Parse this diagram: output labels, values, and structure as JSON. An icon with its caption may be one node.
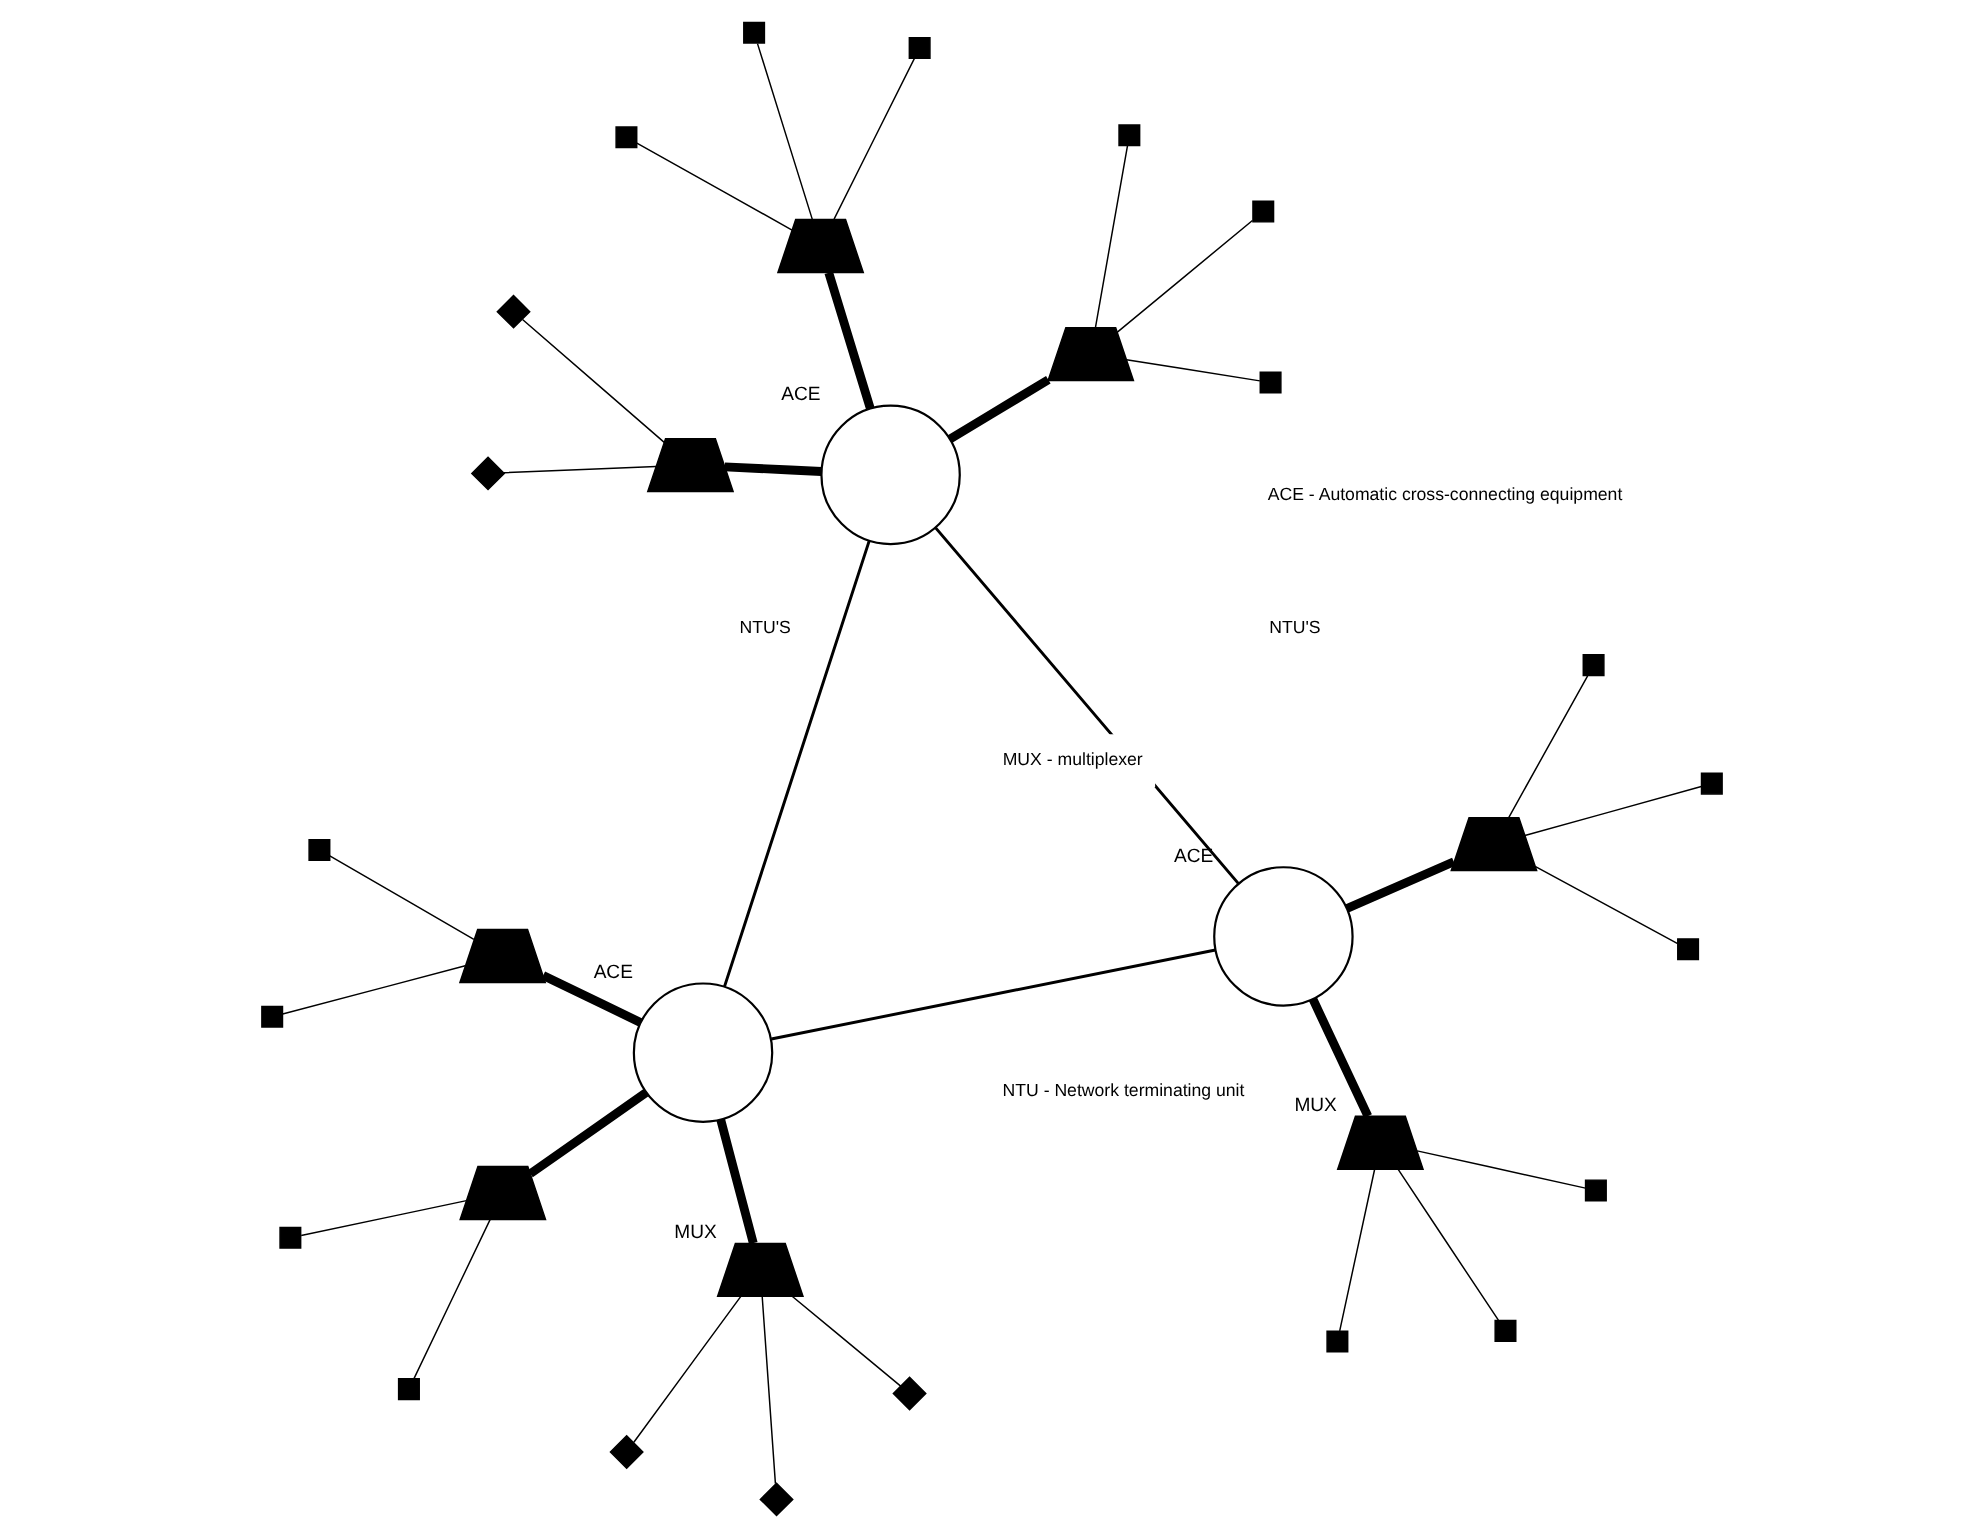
{
  "diagram": {
    "nodes": [
      {
        "text": [],
        "shape": "circle",
        "beside": [
          "ACE"
        ]
      },
      {
        "text": [],
        "shape": "circle",
        "beside": [
          "ACE"
        ]
      },
      {
        "text": [],
        "shape": "circle",
        "beside": [
          "ACE"
        ]
      },
      {
        "text": [],
        "shape": "trapezoid"
      },
      {
        "text": [],
        "shape": "box"
      },
      {
        "text": [],
        "shape": "box"
      },
      {
        "text": [],
        "shape": "trapezoid"
      },
      {
        "text": [],
        "shape": "box"
      },
      {
        "text": [],
        "shape": "box"
      },
      {
        "text": [],
        "shape": "trapezoid",
        "beside": [
          "MUX"
        ]
      },
      {
        "text": [],
        "shape": "diamond"
      },
      {
        "text": [],
        "shape": "diamond"
      },
      {
        "text": [],
        "shape": "diamond"
      },
      {
        "text": [],
        "shape": "trapezoid"
      },
      {
        "text": [],
        "shape": "box"
      },
      {
        "text": [],
        "shape": "box"
      },
      {
        "text": [],
        "shape": "box"
      },
      {
        "text": [],
        "shape": "trapezoid"
      },
      {
        "text": [],
        "shape": "diamond"
      },
      {
        "text": [],
        "shape": "diamond"
      },
      {
        "text": [],
        "shape": "trapezoid"
      },
      {
        "text": [],
        "shape": "box"
      },
      {
        "text": [],
        "shape": "box"
      },
      {
        "text": [],
        "shape": "box"
      },
      {
        "text": [],
        "shape": "trapezoid"
      },
      {
        "text": [],
        "shape": "box"
      },
      {
        "text": [],
        "shape": "box"
      },
      {
        "text": [],
        "shape": "box"
      },
      {
        "text": [],
        "shape": "trapezoid",
        "beside": [
          "MUX"
        ]
      },
      {
        "text": [],
        "shape": "box"
      },
      {
        "text": [],
        "shape": "box"
      },
      {
        "text": [],
        "shape": "box"
      }
    ],
    "edges": [
      {
        "from": 0,
        "to": 1,
        "arrow": "none"
      },
      {
        "from": 0,
        "to": 2,
        "arrow": "none"
      },
      {
        "from": 1,
        "to": 2,
        "arrow": "none"
      },
      {
        "from": 3,
        "to": 0,
        "arrow": "none",
        "style": "thick"
      },
      {
        "from": 4,
        "to": 3,
        "arrow": "none"
      },
      {
        "from": 5,
        "to": 3,
        "arrow": "none"
      },
      {
        "from": 6,
        "to": 0,
        "arrow": "none",
        "style": "thick"
      },
      {
        "from": 7,
        "to": 6,
        "arrow": "none"
      },
      {
        "from": 8,
        "to": 6,
        "arrow": "none"
      },
      {
        "from": 9,
        "to": 0,
        "arrow": "none",
        "style": "thick"
      },
      {
        "from": 10,
        "to": 9,
        "arrow": "none"
      },
      {
        "from": 11,
        "to": 9,
        "arrow": "none"
      },
      {
        "from": 12,
        "to": 9,
        "arrow": "none"
      },
      {
        "from": 13,
        "to": 1,
        "arrow": "none",
        "style": "thick"
      },
      {
        "from": 14,
        "to": 13,
        "arrow": "none"
      },
      {
        "from": 15,
        "to": 13,
        "arrow": "none"
      },
      {
        "from": 16,
        "to": 13,
        "arrow": "none"
      },
      {
        "from": 17,
        "to": 1,
        "arrow": "none",
        "style": "thick"
      },
      {
        "from": 18,
        "to": 17,
        "arrow": "none"
      },
      {
        "from": 19,
        "to": 17,
        "arrow": "none"
      },
      {
        "from": 20,
        "to": 1,
        "arrow": "none",
        "style": "thick"
      },
      {
        "from": 21,
        "to": 20,
        "arrow": "none"
      },
      {
        "from": 22,
        "to": 20,
        "arrow": "none"
      },
      {
        "from": 23,
        "to": 20,
        "arrow": "none"
      },
      {
        "from": 24,
        "to": 2,
        "arrow": "none",
        "style": "thick"
      },
      {
        "from": 25,
        "to": 24,
        "arrow": "none"
      },
      {
        "from": 26,
        "to": 24,
        "arrow": "none"
      },
      {
        "from": 27,
        "to": 24,
        "arrow": "none"
      },
      {
        "from": 28,
        "to": 2,
        "arrow": "none",
        "style": "thick"
      },
      {
        "from": 29,
        "to": 28,
        "arrow": "none"
      },
      {
        "from": 30,
        "to": 28,
        "arrow": "none"
      },
      {
        "from": 31,
        "to": 28,
        "arrow": "none"
      }
    ],
    "labels": [
      "NTU - Network terminating unit",
      "MUX - multiplexer",
      "ACE - Automatic cross-connecting equipment",
      "NTU'S",
      "NTU'S"
    ]
  }
}
